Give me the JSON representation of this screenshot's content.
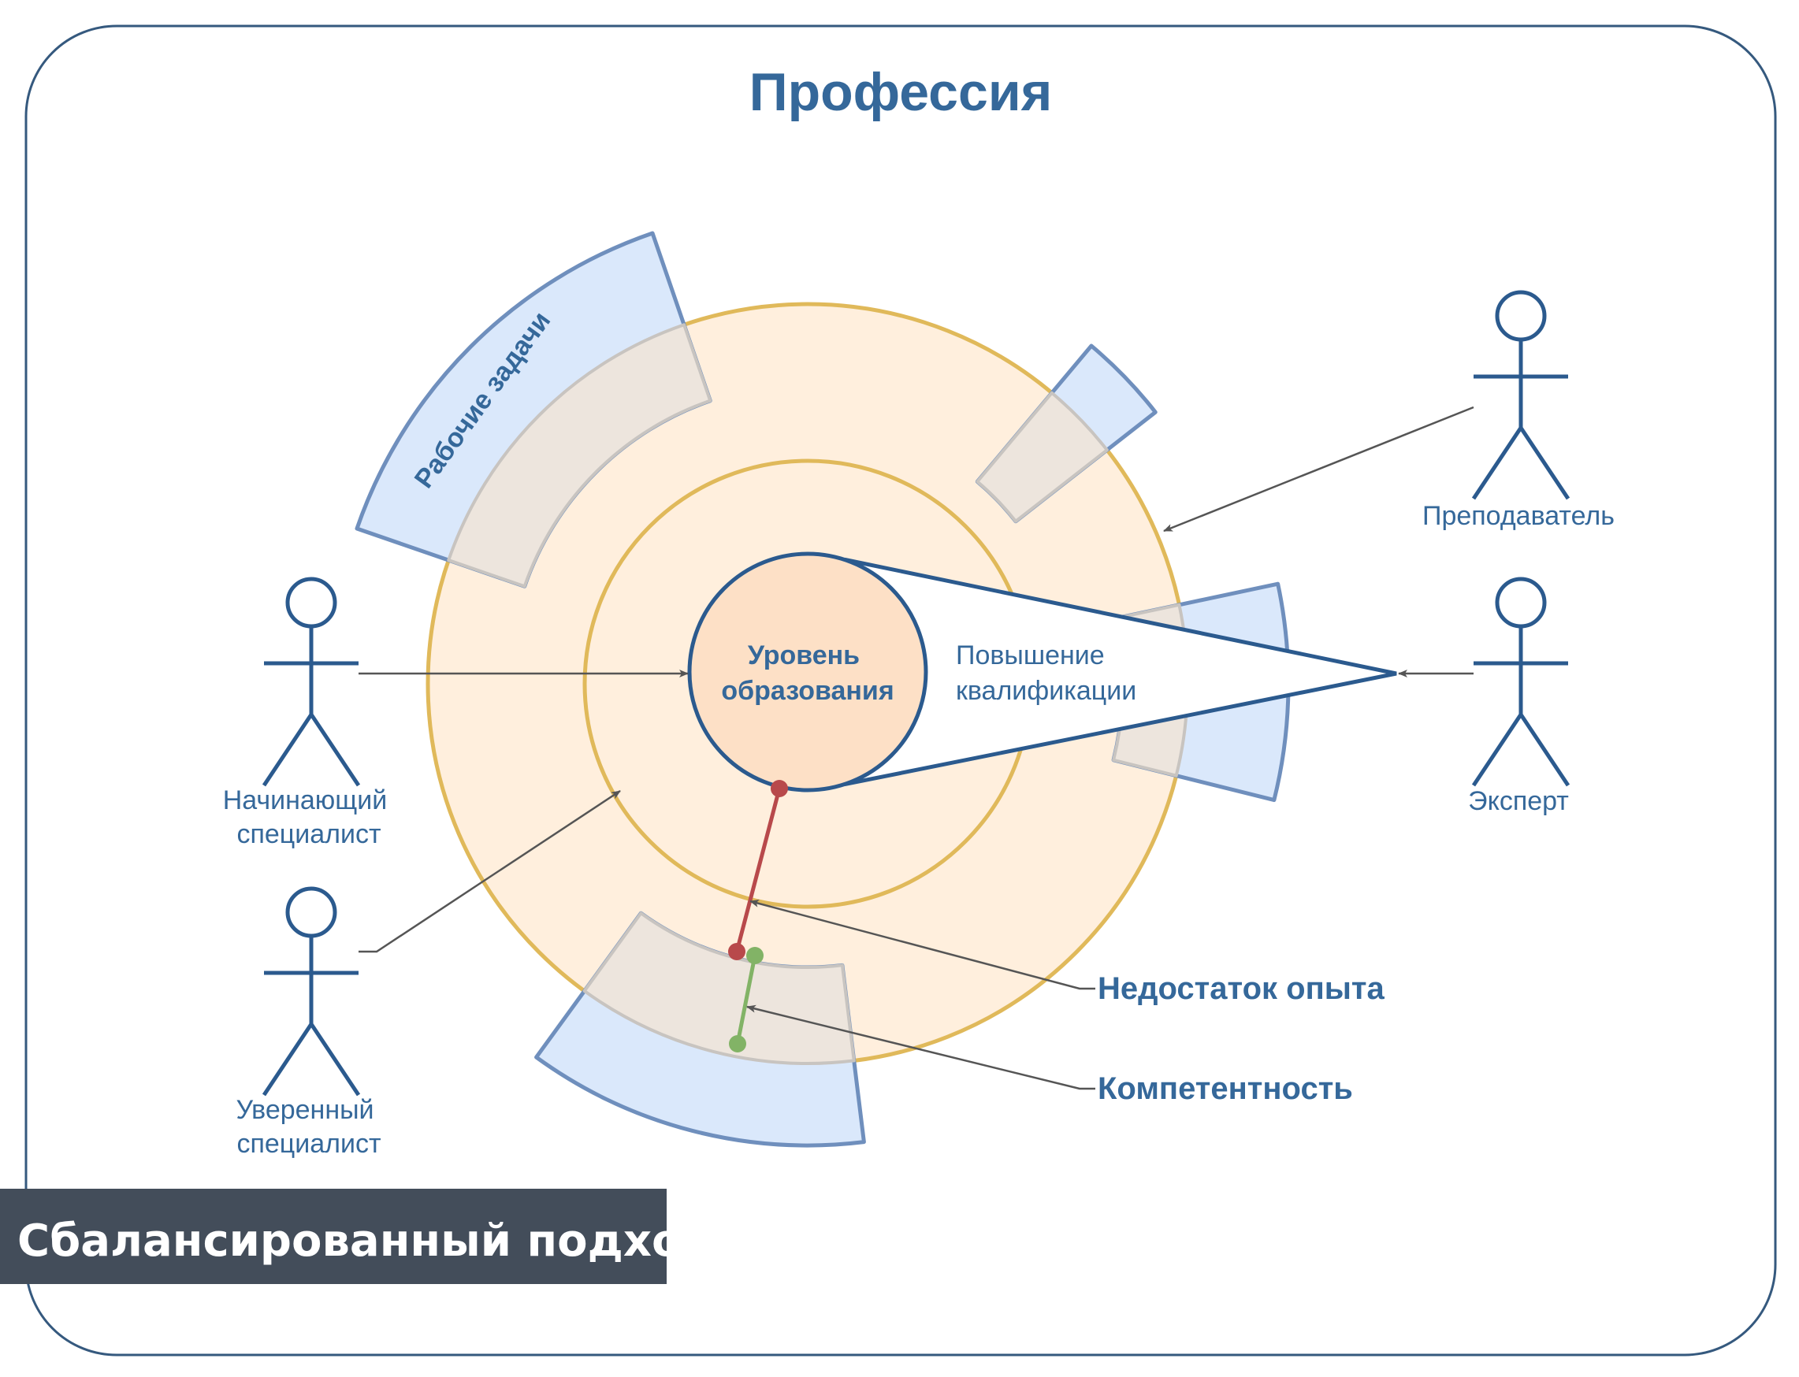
{
  "title": "Профессия",
  "colors": {
    "frame_stroke": "#35597e",
    "text_blue": "#35689a",
    "ring_fill": "#ffefdd",
    "ring_stroke": "#e0b95a",
    "core_fill": "#fde0c6",
    "core_stroke": "#2b5a8e",
    "sector_fill": "#dae8fb",
    "sector_stroke": "#6f8fbd",
    "overlap_fill": "#ede5dd",
    "overlap_stroke": "#c8c4c0",
    "red_line": "#b8494b",
    "green_line": "#82b366",
    "arrow_gray": "#555555",
    "banner_bg": "#434d5a",
    "banner_text": "#ffffff"
  },
  "diagram": {
    "core_label_line1": "Уровень",
    "core_label_line2": "образования",
    "cone_label_line1": "Повышение",
    "cone_label_line2": "квалификации",
    "sector_label": "Рабочие задачи"
  },
  "actors": {
    "teacher": "Преподаватель",
    "expert": "Эксперт",
    "beginner_line1": "Начинающий",
    "beginner_line2": "специалист",
    "confident_line1": "Уверенный",
    "confident_line2": "специалист"
  },
  "callouts": {
    "lack_of_experience": "Недостаток опыта",
    "competence": "Компетентность"
  },
  "banner": "Сбалансированный подход"
}
